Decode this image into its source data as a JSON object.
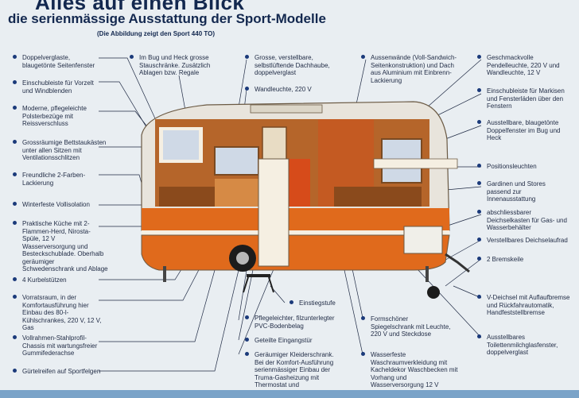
{
  "header": {
    "title": "Alles auf einen Blick",
    "subtitle": "die serienmässige Ausstattung der Sport-Modelle",
    "note": "(Die Abbildung zeigt den Sport 440 TO)"
  },
  "labels": {
    "l1": "Doppelverglaste, blaugetönte Seitenfenster",
    "l2": "Einschubleiste für Vorzelt und Windblenden",
    "l3": "Moderne, pflegeleichte Polsterbezüge mit Reissverschluss",
    "l4": "Grossräumige Bettstaukästen unter allen Sitzen mit Ventilationsschlitzen",
    "l5": "Freundliche 2-Farben-Lackierung",
    "l6": "Winterfeste Vollisolation",
    "l7": "Praktische Küche mit 2-Flammen-Herd, Nirosta-Spüle, 12 V Wasserversorgung und Besteckschublade. Oberhalb geräumiger Schwedenschrank und Ablage",
    "l8": "4 Kurbelstützen",
    "l9": "Vorratsraum, in der Komfortausführung hier Einbau des 80-l-Kühlschrankes, 220 V, 12 V, Gas",
    "l10": "Vollrahmen-Stahlprofil-Chassis mit wartungsfreier Gummifederachse",
    "l11": "Gürtelreifen auf Sportfelgen",
    "t1": "Im Bug und Heck grosse Stauschränke. Zusätzlich Ablagen bzw. Regale",
    "t2": "Grosse, verstellbare, selbstlüftende Dachhaube, doppelverglast",
    "t3": "Wandleuchte, 220 V",
    "t4": "Aussenwände (Voll-Sandwich-Seitenkonstruktion) und Dach aus Aluminium mit Einbrenn-Lackierung",
    "r1": "Geschmackvolle Pendelleuchte, 220 V und Wandleuchte, 12 V",
    "r2": "Einschubleiste für Markisen und Fensterläden über den Fenstern",
    "r3": "Ausstellbare, blaugetönte Doppelfenster im Bug und Heck",
    "r4": "Positionsleuchten",
    "r5": "Gardinen und Stores passend zur Innenausstattung",
    "r6": "abschliessbarer Deichselkasten für Gas- und Wasserbehälter",
    "r7": "Verstellbares Deichselaufrad",
    "r8": "2 Bremskeile",
    "r9": "V-Deichsel mit Auflaufbremse und Rückfahrautomatik, Handfeststellbremse",
    "r10": "Ausstellbares Toilettenmilchglasfenster, doppelverglast",
    "b1": "Einstiegstufe",
    "b2": "Pflegeleichter, filzunterlegter PVC-Bodenbelag",
    "b3": "Geteilte Eingangstür",
    "b4": "Geräumiger Kleiderschrank. Bei der Komfort-Ausführung serienmässiger Einbau der Truma-Gasheizung mit Thermostat und Zündautomatik",
    "b5": "Formschöner Spiegelschrank mit Leuchte, 220 V und Steckdose",
    "b6": "Wasserfeste Waschraumverkleidung mit Kacheldekor Waschbecken mit Vorhang und Wasserversorgung 12 V"
  },
  "colors": {
    "navy": "#13284f",
    "orange": "#e06a1c",
    "wood": "#b5652a",
    "cream": "#f5efe2",
    "shell": "#e8e4dc"
  }
}
